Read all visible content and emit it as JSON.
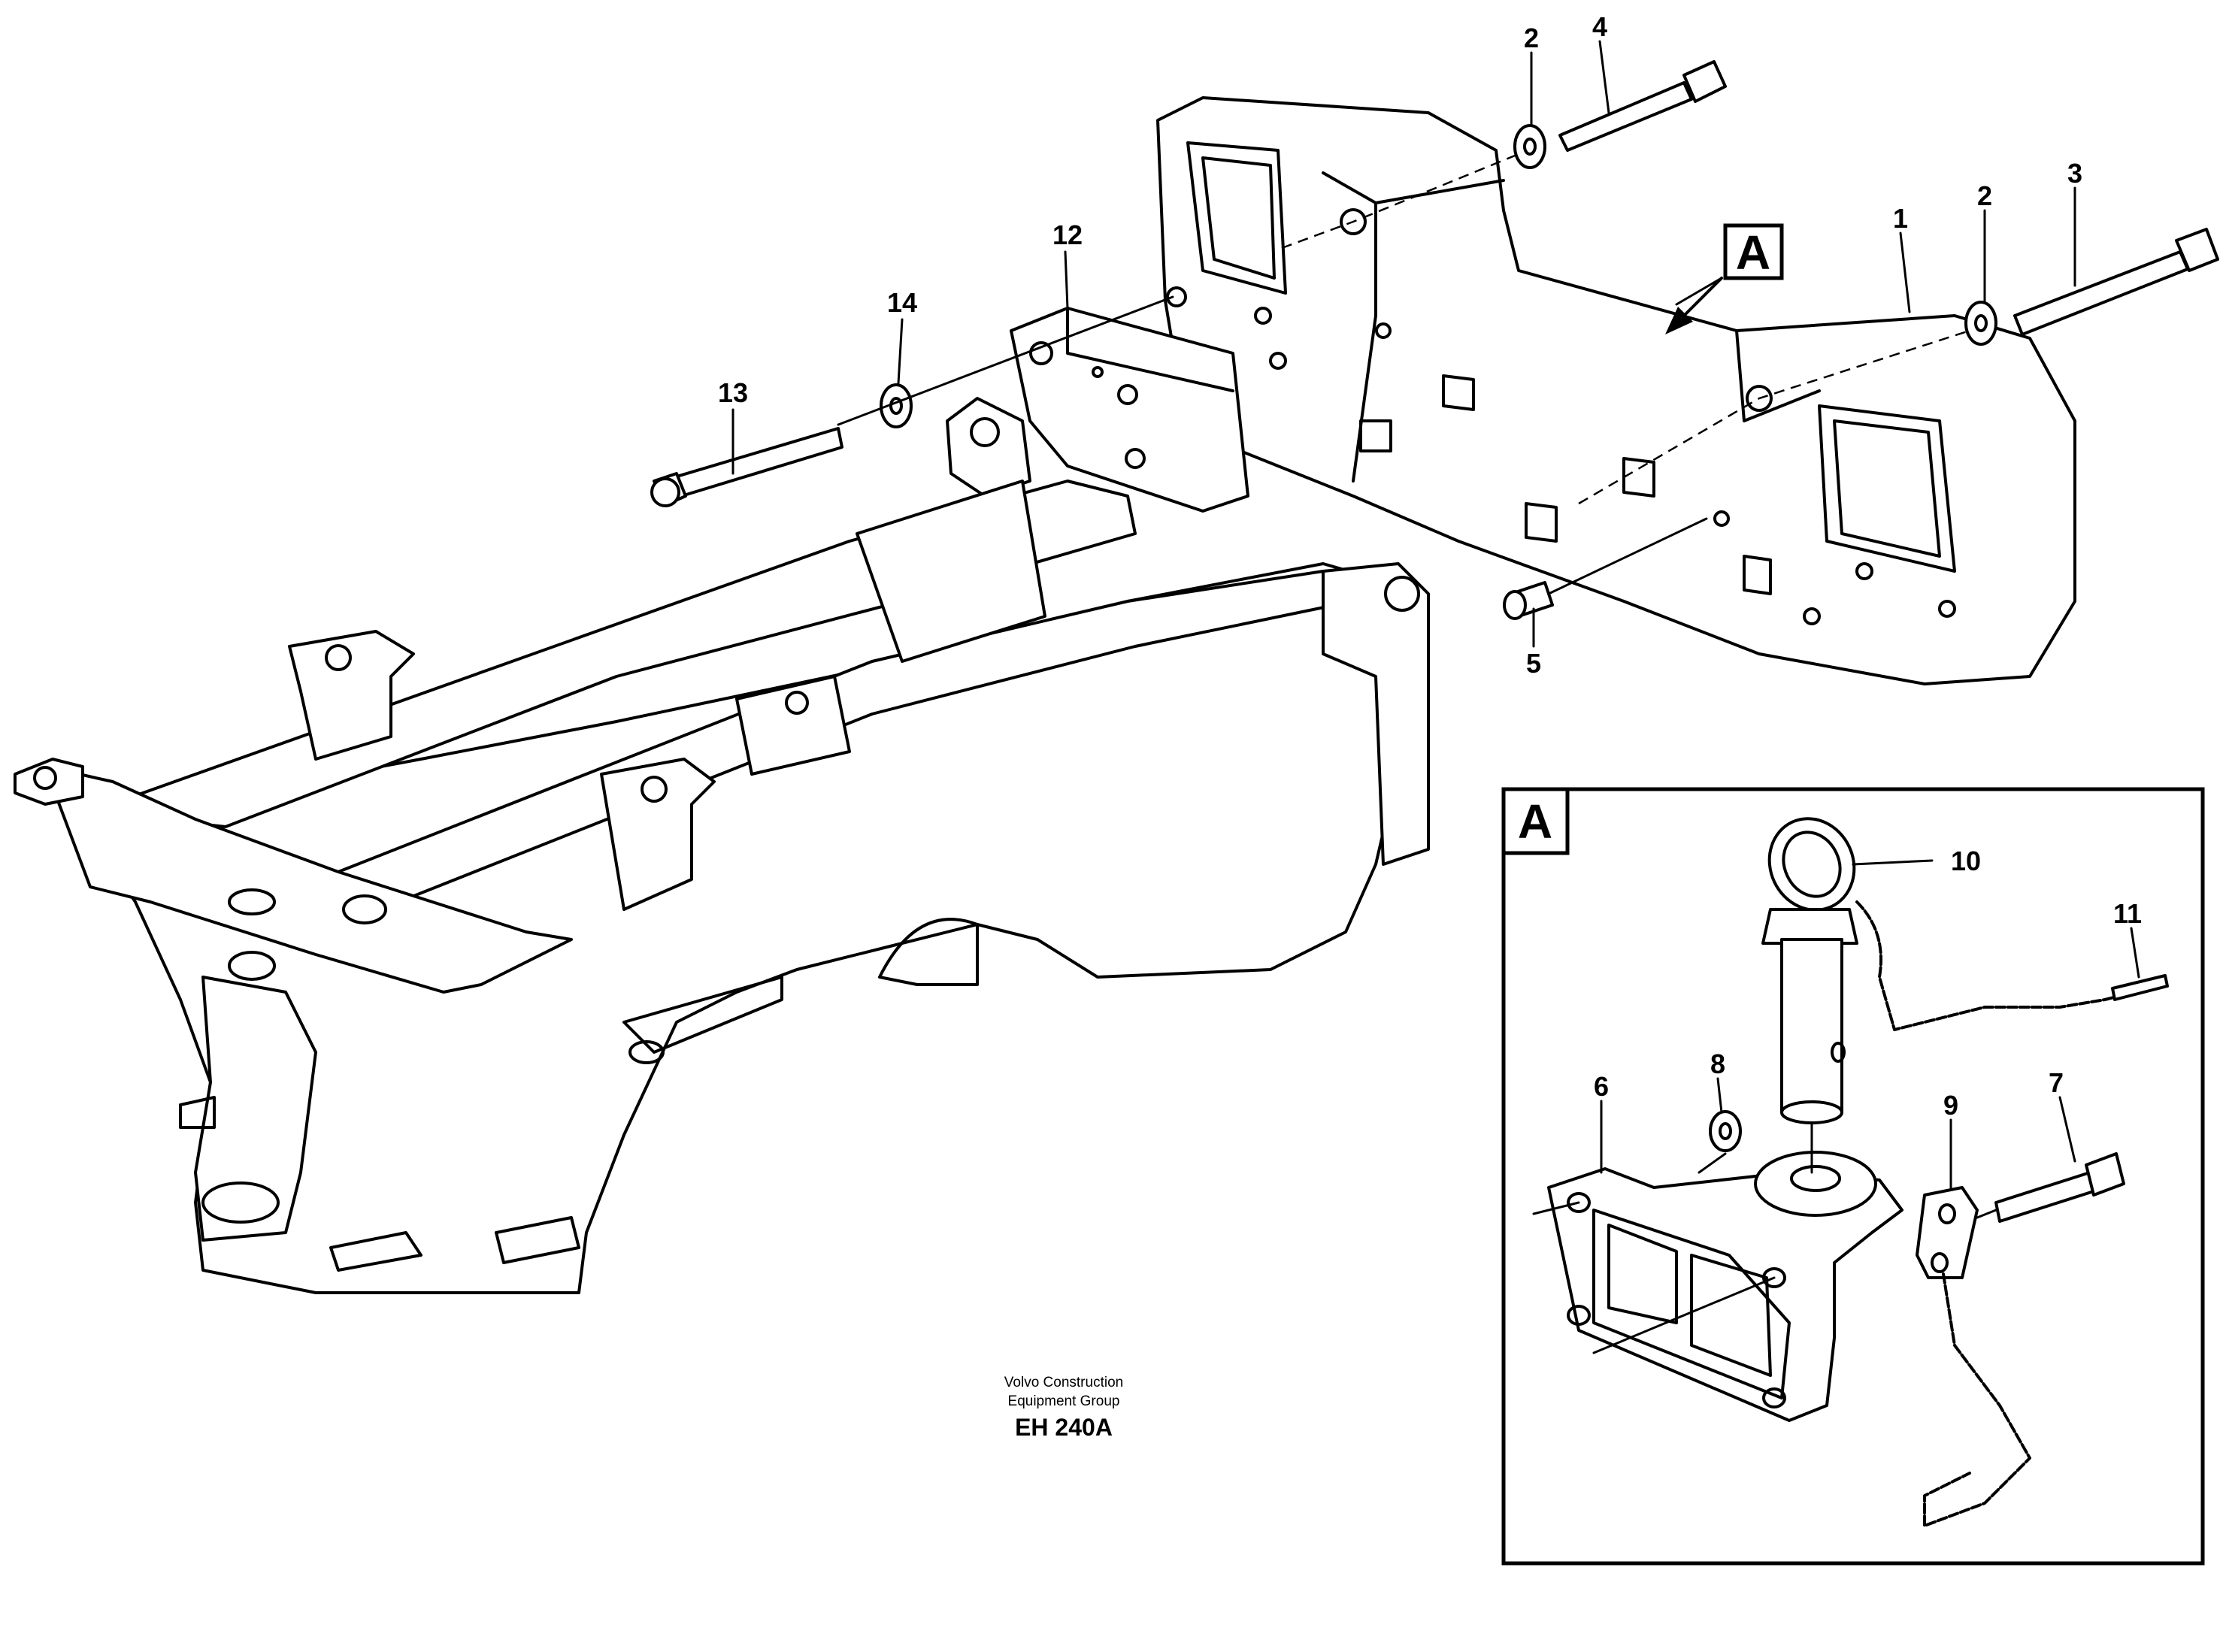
{
  "callouts": {
    "c1": "1",
    "c2a": "2",
    "c2b": "2",
    "c3": "3",
    "c4": "4",
    "c5": "5",
    "c6": "6",
    "c7": "7",
    "c8": "8",
    "c9": "9",
    "c10": "10",
    "c11": "11",
    "c12": "12",
    "c13": "13",
    "c14": "14"
  },
  "view_ref": "A",
  "detail_label": "A",
  "footer": {
    "line1": "Volvo Construction",
    "line2": "Equipment Group",
    "reference": "EH 240A"
  }
}
